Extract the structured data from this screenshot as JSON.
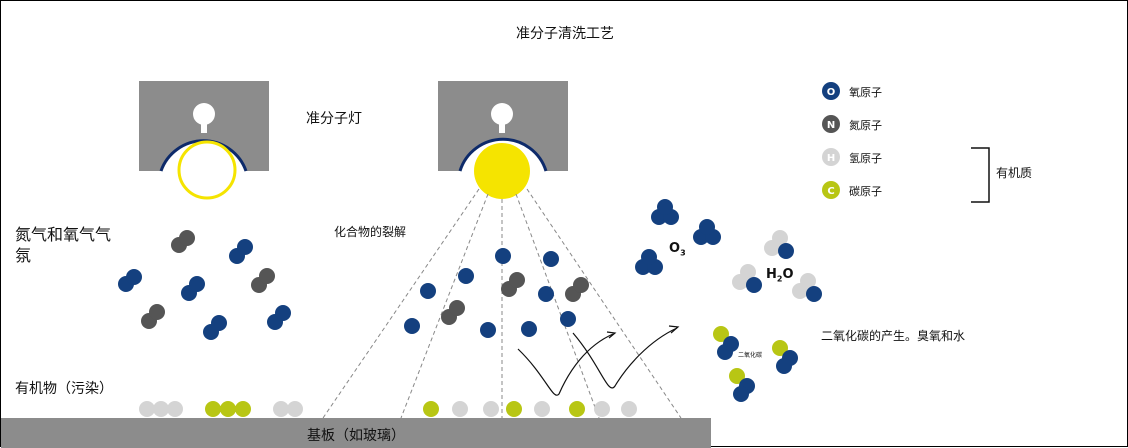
{
  "title": "准分子清洗工艺",
  "labels": {
    "lamp": "准分子灯",
    "gas": "氮气和氧气气氛",
    "decomposition": "化合物的裂解",
    "organic": "有机物（污染）",
    "substrate": "基板（如玻璃）",
    "product": "二氧化碳的产生。臭氧和水",
    "co2_small": "二氧化碳",
    "ozone_main": "O",
    "ozone_sub": "3",
    "water_h": "H",
    "water_sub": "2",
    "water_o": "O",
    "organic_group": "有机质"
  },
  "legend": [
    {
      "letter": "O",
      "label": "氧原子",
      "color": "#14407f",
      "text_color": "#ffffff"
    },
    {
      "letter": "N",
      "label": "氮原子",
      "color": "#555555",
      "text_color": "#ffffff"
    },
    {
      "letter": "H",
      "label": "氢原子",
      "color": "#d4d4d4",
      "text_color": "#ffffff"
    },
    {
      "letter": "C",
      "label": "碳原子",
      "color": "#b8c614",
      "text_color": "#ffffff"
    }
  ],
  "colors": {
    "oxygen": "#14407f",
    "nitrogen": "#555555",
    "hydrogen": "#d4d4d4",
    "carbon": "#b8c614",
    "lamp_housing": "#8c8c8c",
    "lamp_glow": "#f5e400",
    "substrate": "#8c8c8c"
  }
}
